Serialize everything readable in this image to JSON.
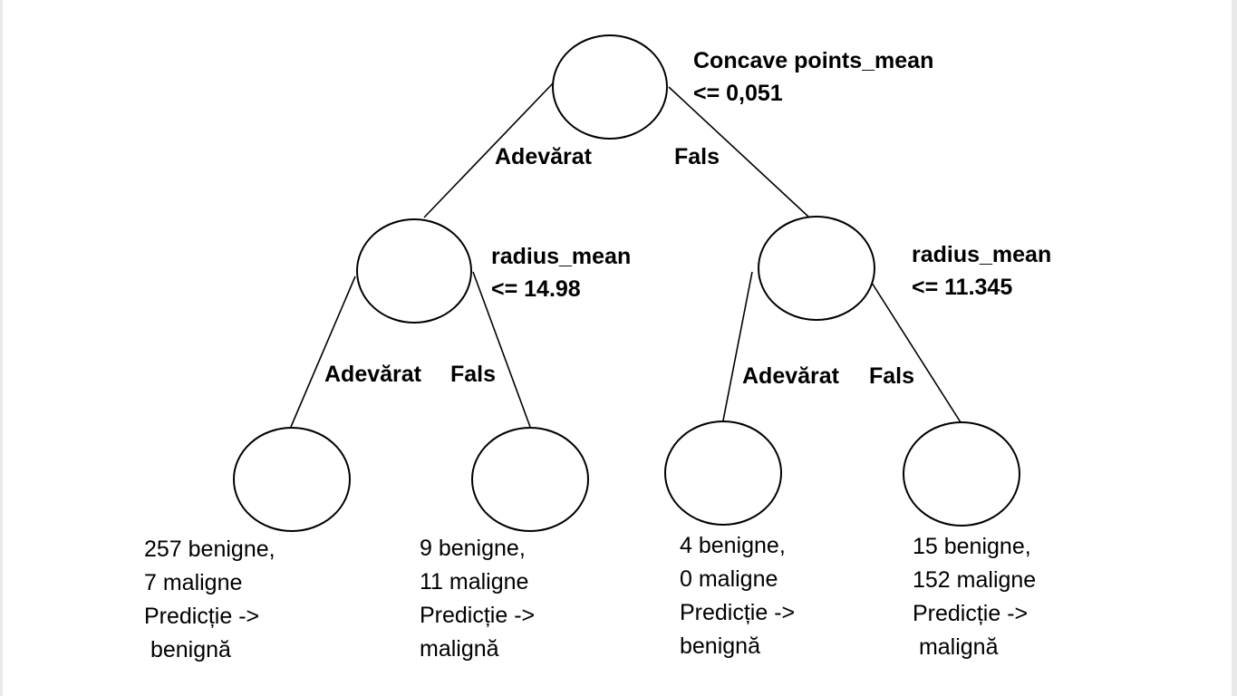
{
  "tree": {
    "root": {
      "condition_line1": "Concave points_mean",
      "condition_line2": "<= 0,051"
    },
    "left": {
      "condition_line1": "radius_mean",
      "condition_line2": "<= 14.98"
    },
    "right": {
      "condition_line1": "radius_mean",
      "condition_line2": "<= 11.345"
    },
    "branches": {
      "root_true": "Adevărat",
      "root_false": "Fals",
      "left_true": "Adevărat",
      "left_false": "Fals",
      "right_true": "Adevărat",
      "right_false": "Fals"
    },
    "leaves": [
      {
        "line1": "257 benigne,",
        "line2": "7 maligne",
        "line3": "Predicție ->",
        "line4": " benignă"
      },
      {
        "line1": "9 benigne,",
        "line2": "11 maligne",
        "line3": "Predicție ->",
        "line4": "malignă"
      },
      {
        "line1": "4 benigne,",
        "line2": "0 maligne",
        "line3": "Predicție ->",
        "line4": "benignă"
      },
      {
        "line1": "15 benigne,",
        "line2": "152 maligne",
        "line3": "Predicție ->",
        "line4": " malignă"
      }
    ]
  }
}
